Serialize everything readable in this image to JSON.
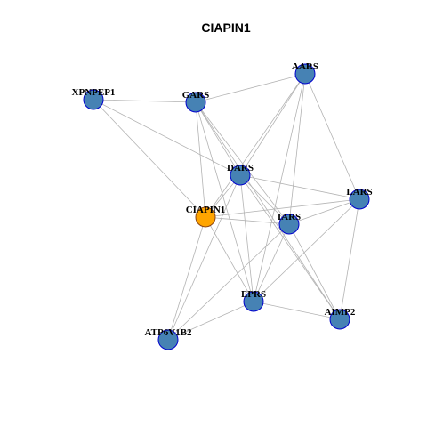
{
  "title": "CIAPIN1",
  "colors": {
    "node_fill": "#4682B4",
    "node_stroke": "#0000CD",
    "focus_fill": "#FFA500",
    "focus_stroke": "#8B4513",
    "edge": "#B3B3B3"
  },
  "nodes": [
    {
      "id": "CIAPIN1",
      "label": "CIAPIN1",
      "focus": true
    },
    {
      "id": "XPNPEP1",
      "label": "XPNPEP1",
      "focus": false
    },
    {
      "id": "GARS",
      "label": "GARS",
      "focus": false
    },
    {
      "id": "AARS",
      "label": "AARS",
      "focus": false
    },
    {
      "id": "DARS",
      "label": "DARS",
      "focus": false
    },
    {
      "id": "LARS",
      "label": "LARS",
      "focus": false
    },
    {
      "id": "IARS",
      "label": "IARS",
      "focus": false
    },
    {
      "id": "EPRS",
      "label": "EPRS",
      "focus": false
    },
    {
      "id": "AIMP2",
      "label": "AIMP2",
      "focus": false
    },
    {
      "id": "ATP6V1B2",
      "label": "ATP6V1B2",
      "focus": false
    }
  ],
  "edges": [
    [
      "XPNPEP1",
      "GARS"
    ],
    [
      "XPNPEP1",
      "DARS"
    ],
    [
      "XPNPEP1",
      "CIAPIN1"
    ],
    [
      "GARS",
      "AARS"
    ],
    [
      "GARS",
      "DARS"
    ],
    [
      "GARS",
      "CIAPIN1"
    ],
    [
      "GARS",
      "IARS"
    ],
    [
      "GARS",
      "EPRS"
    ],
    [
      "GARS",
      "AIMP2"
    ],
    [
      "AARS",
      "DARS"
    ],
    [
      "AARS",
      "CIAPIN1"
    ],
    [
      "AARS",
      "IARS"
    ],
    [
      "AARS",
      "LARS"
    ],
    [
      "AARS",
      "EPRS"
    ],
    [
      "DARS",
      "CIAPIN1"
    ],
    [
      "DARS",
      "IARS"
    ],
    [
      "DARS",
      "LARS"
    ],
    [
      "DARS",
      "EPRS"
    ],
    [
      "DARS",
      "AIMP2"
    ],
    [
      "DARS",
      "ATP6V1B2"
    ],
    [
      "CIAPIN1",
      "IARS"
    ],
    [
      "CIAPIN1",
      "LARS"
    ],
    [
      "CIAPIN1",
      "EPRS"
    ],
    [
      "CIAPIN1",
      "ATP6V1B2"
    ],
    [
      "IARS",
      "LARS"
    ],
    [
      "IARS",
      "EPRS"
    ],
    [
      "IARS",
      "AIMP2"
    ],
    [
      "IARS",
      "ATP6V1B2"
    ],
    [
      "LARS",
      "EPRS"
    ],
    [
      "LARS",
      "AIMP2"
    ],
    [
      "EPRS",
      "AIMP2"
    ],
    [
      "EPRS",
      "ATP6V1B2"
    ]
  ]
}
